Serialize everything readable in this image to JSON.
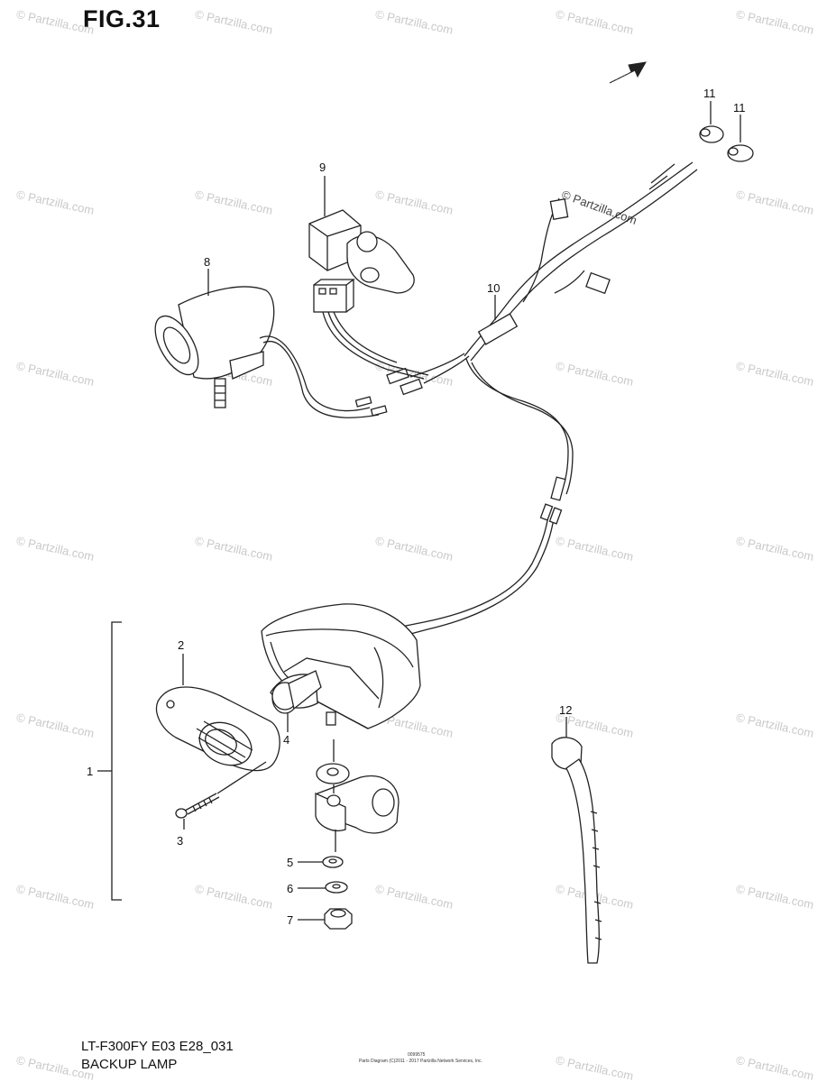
{
  "figure": {
    "title": "FIG.31",
    "code": "LT-F300FY E03 E28_031",
    "name": "BACKUP LAMP",
    "fwd_label": "FWD",
    "fine_print_number": "0099575",
    "fine_print_copyright": "Parts Diagram (C)2011 - 2017 Partzilla Network Services, Inc."
  },
  "callouts": {
    "c1": "1",
    "c2": "2",
    "c3": "3",
    "c4": "4",
    "c5": "5",
    "c6": "6",
    "c7": "7",
    "c8": "8",
    "c9": "9",
    "c10": "10",
    "c11a": "11",
    "c11b": "11",
    "c12": "12"
  },
  "watermark": {
    "text": "© Partzilla.com",
    "prominent": "© Partzilla.com",
    "color": "#c9c9c9"
  }
}
